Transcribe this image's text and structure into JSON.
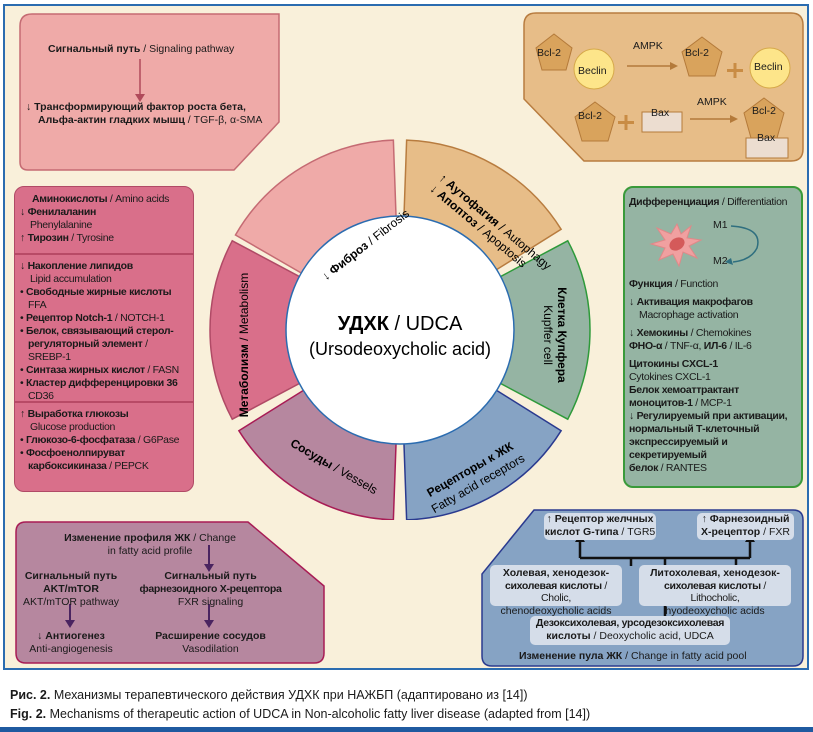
{
  "center": {
    "title_ru": "УДХК",
    "title_sep": " / ",
    "title_en": "UDCA",
    "subtitle": "(Ursodeoxycholic acid)"
  },
  "ring_segments": [
    {
      "id": "fibrosis",
      "arrow": "↓",
      "ru": "Фиброз",
      "en": "Fibrosis",
      "color": "#efaaa8",
      "border": "#c56b73"
    },
    {
      "id": "autophagy",
      "line1_arrow": "↑",
      "line1_ru": "Аутофагия",
      "line1_en": "Autophagy",
      "line2_arrow": "↓",
      "line2_ru": "Апоптоз",
      "line2_en": "Apoptosis",
      "color": "#e7bd88",
      "border": "#b87c3f"
    },
    {
      "id": "kupffer",
      "ru": "Клетка Купфера",
      "en": "Kupffer cell",
      "color": "#95b4a3",
      "border": "#2e9a3a"
    },
    {
      "id": "receptors",
      "ru": "Рецепторы к ЖК",
      "en": "Fatty acid receptors",
      "color": "#86a3c4",
      "border": "#2a3a8f"
    },
    {
      "id": "vessels",
      "ru": "Сосуды",
      "en": "Vessels",
      "color": "#b6879f",
      "border": "#a81c55"
    },
    {
      "id": "metabolism",
      "ru": "Метаболизм",
      "en": "Metabolism",
      "color": "#d96f8a",
      "border": "#b04a66"
    }
  ],
  "fibrosis_box": {
    "top_ru": "Сигнальный путь",
    "top_en": "Signaling pathway",
    "arrow": "↓",
    "line1_ru": "Трансформирующий фактор роста бета,",
    "line2_ru": "Альфа-актин гладких мышц",
    "line2_en": "TGF-β, α-SMA",
    "color": "#efaaa8"
  },
  "autophagy_box": {
    "bcl2": "Bcl-2",
    "beclin": "Beclin",
    "ampk": "AMPK",
    "bax": "Bax",
    "color": "#e7bd88"
  },
  "metabolism_box": {
    "sections": [
      {
        "lines": [
          {
            "ru": "Аминокислоты",
            "en": "Amino acids",
            "prefix": ""
          },
          {
            "ru": "Фенилаланин",
            "en": "",
            "prefix": "↓ "
          },
          {
            "ru": "",
            "en": "Phenylalanine",
            "prefix": ""
          },
          {
            "ru": "Тирозин",
            "en": "Tyrosine",
            "prefix": "↑ "
          }
        ]
      },
      {
        "lines": [
          {
            "ru": "Накопление липидов",
            "prefix": "↓ "
          },
          {
            "en": "Lipid accumulation"
          },
          {
            "ru": "Свободные жирные кислоты",
            "prefix": "• "
          },
          {
            "en": "FFA"
          },
          {
            "ru": "Рецептор Notch-1",
            "en": "NOTCH-1",
            "prefix": "• "
          },
          {
            "ru": "Белок, связывающий стерол-",
            "prefix": "• "
          },
          {
            "ru": "регуляторный элемент",
            "en": "SREBP-1"
          },
          {
            "ru": "Синтаза жирных кислот",
            "en": "FASN",
            "prefix": "• "
          },
          {
            "ru": "Кластер дифференцировки 36",
            "prefix": "• "
          },
          {
            "en": "CD36"
          }
        ]
      },
      {
        "lines": [
          {
            "ru": "Выработка глюкозы",
            "prefix": "↑ "
          },
          {
            "en": "Glucose production"
          },
          {
            "ru": "Глюкозо-6-фосфатаза",
            "en": "G6Pase",
            "prefix": "• "
          },
          {
            "ru": "Фосфоенолпируват",
            "prefix": "• "
          },
          {
            "ru": "карбоксикиназа",
            "en": "PEPCK"
          }
        ]
      }
    ]
  },
  "kupffer_box": {
    "diff_ru": "Дифференциация",
    "diff_en": "Differentiation",
    "m1": "M1",
    "m2": "M2",
    "func_ru": "Функция",
    "func_en": "Function",
    "act_ru": "Активация макрофагов",
    "act_en": "Macrophage activation",
    "chemo_ru": "Хемокины",
    "chemo_en": "Chemokines",
    "tnf_ru": "ФНО-α",
    "tnf_en": "TNF-α,",
    "il6_ru": "ИЛ-6",
    "il6_en": "IL-6",
    "cxcl_ru": "Цитокины CXCL-1",
    "cxcl_en": "Cytokines CXCL-1",
    "mcp_ru1": "Белок хемоаттрактант",
    "mcp_ru2": "моноцитов-1",
    "mcp_en": "MCP-1",
    "rantes_ru1": "Регулируемый при активации,",
    "rantes_ru2": "нормальный Т-клеточный",
    "rantes_ru3": "экспрессируемый и секретируемый",
    "rantes_ru4": "белок",
    "rantes_en": "RANTES",
    "down": "↓ ",
    "slash": " / "
  },
  "vessels_box": {
    "top_ru": "Изменение профиля ЖК",
    "top_en1": "Change",
    "top_en2": "in fatty acid profile",
    "left_ru1": "Сигнальный путь",
    "left_ru2": "AKT/mTOR",
    "left_en": "AKT/mTOR pathway",
    "left_res_ru": "Антиогенез",
    "left_res_en": "Anti-angiogenesis",
    "right_ru1": "Сигнальный путь",
    "right_ru2": "фарнезоидного Х-рецептора",
    "right_en": "FXR signaling",
    "right_res_ru": "Расширение сосудов",
    "right_res_en": "Vasodilation",
    "color": "#b6879f"
  },
  "receptors_box": {
    "tgr5_ru1": "Рецептор желчных",
    "tgr5_ru2": "кислот G-типа",
    "tgr5_en": "TGR5",
    "fxr_ru1": "Фарнезоидный",
    "fxr_ru2": "Х-рецептор",
    "fxr_en": "FXR",
    "cholic_ru1": "Холевая, хенодезок-",
    "cholic_ru2": "сихолевая кислоты",
    "cholic_en1": "Cholic,",
    "cholic_en2": "chenodeoxycholic acids",
    "litho_ru1": "Литохолевая, хенодезок-",
    "litho_ru2": "сихолевая кислоты",
    "litho_en1": "Lithocholic,",
    "litho_en2": "hyodeoxycholic acids",
    "deoxy_ru1": "Дезоксихолевая, урсодезоксихолевая",
    "deoxy_ru2": "кислоты",
    "deoxy_en": "Deoxycholic acid, UDCA",
    "pool_ru": "Изменение пула ЖК",
    "pool_en": "Change in fatty acid pool",
    "up": "↑ ",
    "color": "#86a3c4"
  },
  "caption": {
    "ru_label": "Рис. 2.",
    "ru_text": " Механизмы терапевтического действия УДХК при НАЖБП (адаптировано из [14])",
    "en_label": "Fig. 2.",
    "en_text": " Mechanisms of therapeutic action of UDCA in Non-alcoholic fatty liver disease (adapted from [14])"
  }
}
